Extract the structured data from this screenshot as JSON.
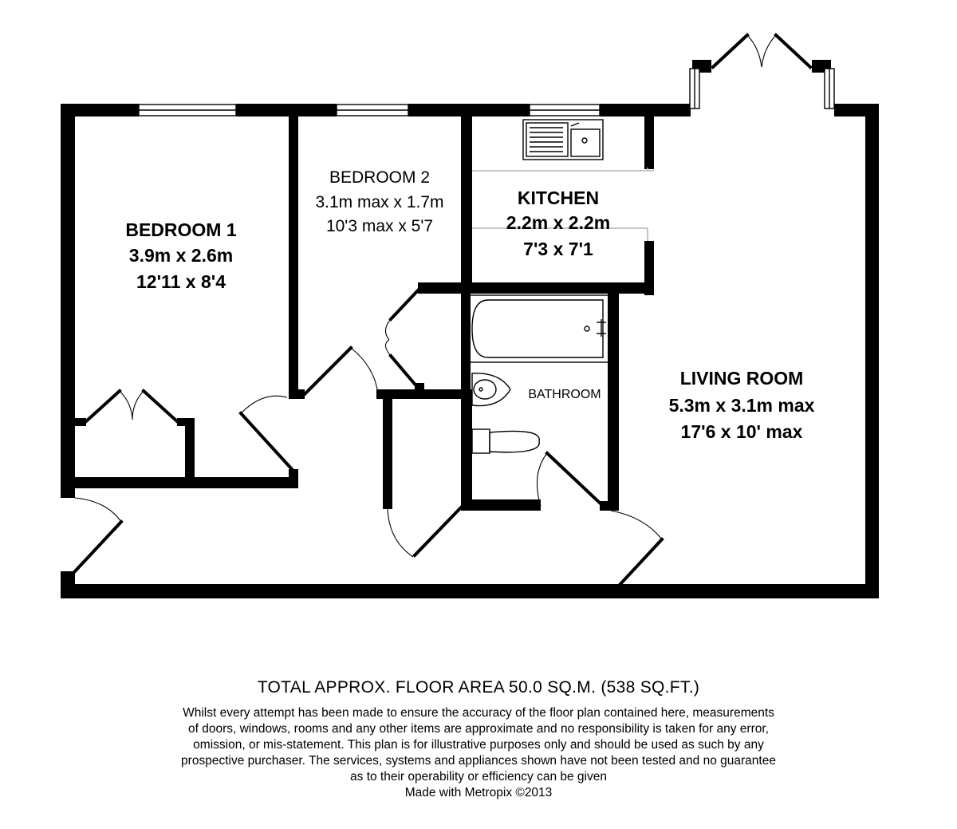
{
  "rooms": {
    "bedroom1": {
      "name": "BEDROOM 1",
      "metric": "3.9m x 2.6m",
      "imperial": "12'11 x 8'4"
    },
    "bedroom2": {
      "name": "BEDROOM 2",
      "metric": "3.1m max x 1.7m",
      "imperial": "10'3 max x 5'7"
    },
    "kitchen": {
      "name": "KITCHEN",
      "metric": "2.2m x 2.2m",
      "imperial": "7'3 x 7'1"
    },
    "bathroom": {
      "name": "BATHROOM"
    },
    "living": {
      "name": "LIVING ROOM",
      "metric": "5.3m x 3.1m max",
      "imperial": "17'6 x 10' max"
    }
  },
  "footer": {
    "floor_area": "TOTAL APPROX. FLOOR AREA 50.0 SQ.M. (538 SQ.FT.)",
    "disclaimer_lines": [
      "Whilst every attempt has been made to ensure the accuracy of the floor plan contained here, measurements",
      "of doors, windows, rooms and any other items are approximate and no responsibility is taken for any error,",
      "omission, or mis-statement. This plan is for illustrative purposes only and should be used as such by any",
      "prospective purchaser. The services, systems and appliances shown have not been tested and no guarantee",
      "as to their operability or efficiency can be given"
    ],
    "credit": "Made with Metropix ©2013"
  },
  "colors": {
    "wall": "#000000",
    "background": "#ffffff",
    "fixture_line": "#b5b5b5"
  }
}
